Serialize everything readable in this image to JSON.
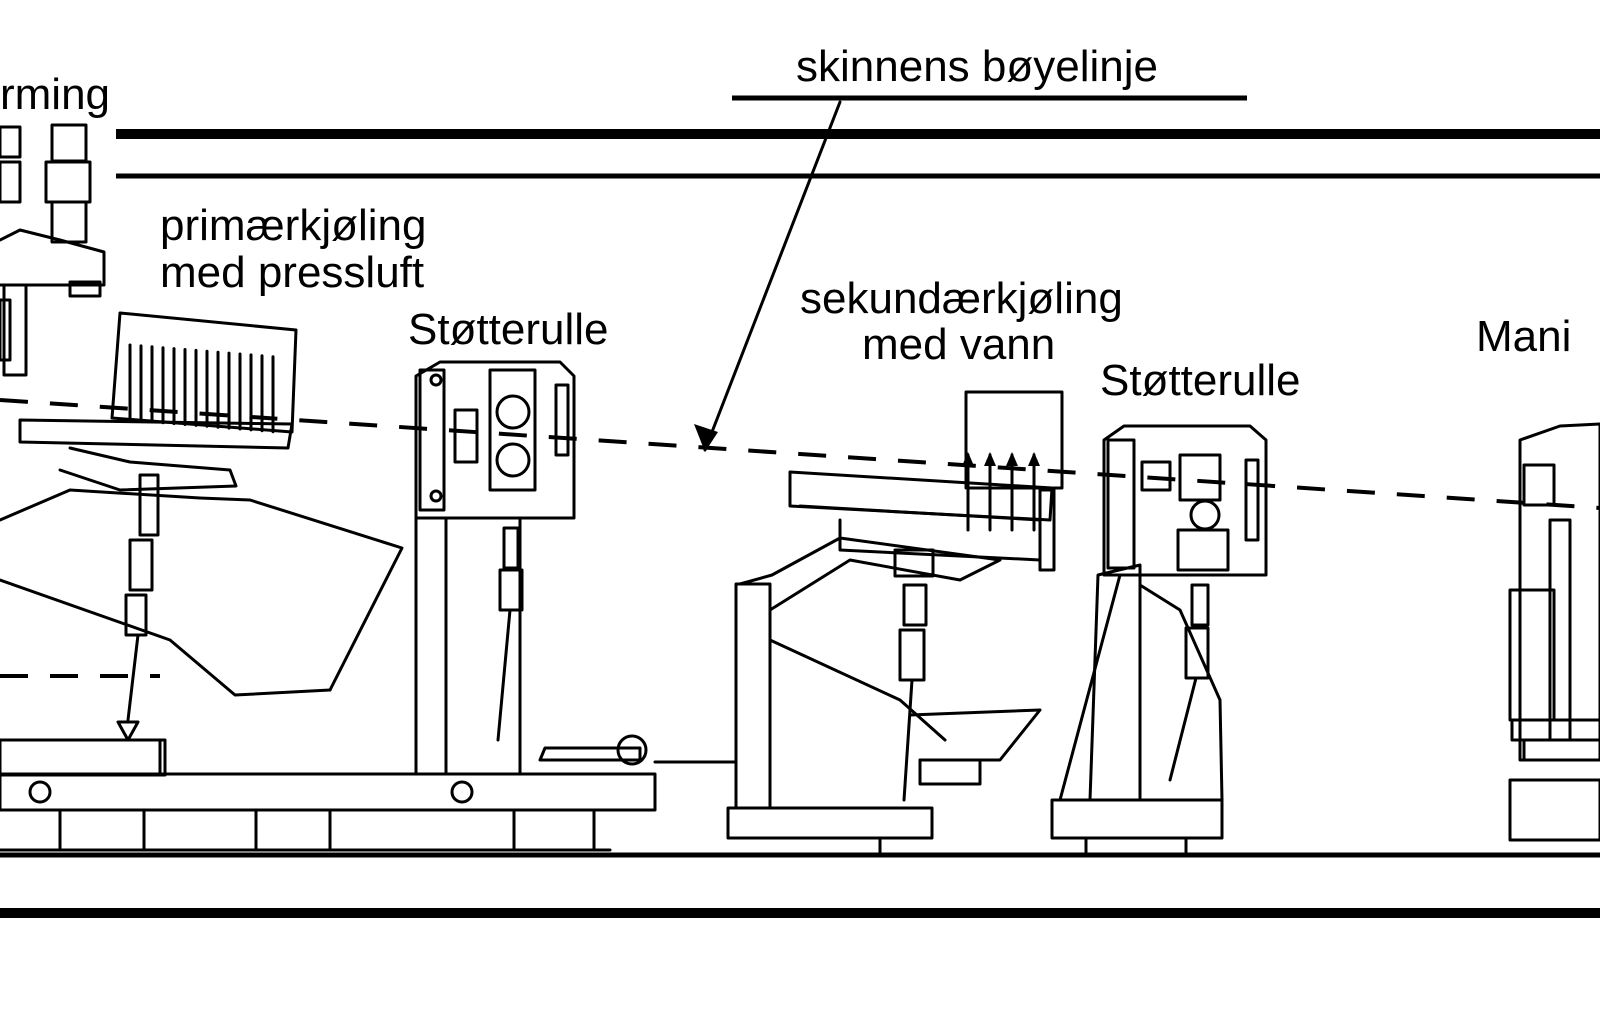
{
  "labels": {
    "forming": "rming",
    "rail_bend_line": "skinnens bøyelinje",
    "primary_cooling_line1": "primærkjøling",
    "primary_cooling_line2": "med pressluft",
    "support_roller_1": "Støtterulle",
    "secondary_cooling_line1": "sekundærkjøling",
    "secondary_cooling_line2": "med vann",
    "support_roller_2": "Støtterulle",
    "manipulator": "Mani"
  }
}
